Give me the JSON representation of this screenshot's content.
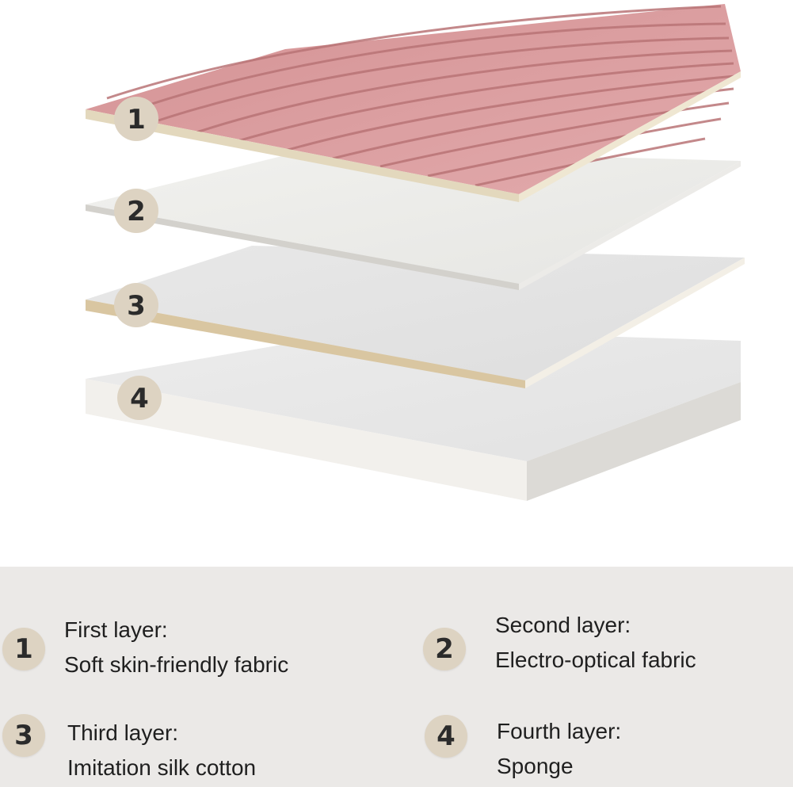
{
  "colors": {
    "top_fabric": "#d89a9c",
    "fabric_groove": "#b97476",
    "cream_edge": "#e3d8bd",
    "badge_fill": "#ddd3c2",
    "legend_bg": "#ebe9e7"
  },
  "layers": [
    {
      "number": "1",
      "title": "First layer:",
      "description": "Soft skin-friendly fabric"
    },
    {
      "number": "2",
      "title": "Second layer:",
      "description": "Electro-optical fabric"
    },
    {
      "number": "3",
      "title": "Third layer:",
      "description": "Imitation silk cotton"
    },
    {
      "number": "4",
      "title": "Fourth layer:",
      "description": "Sponge"
    }
  ]
}
